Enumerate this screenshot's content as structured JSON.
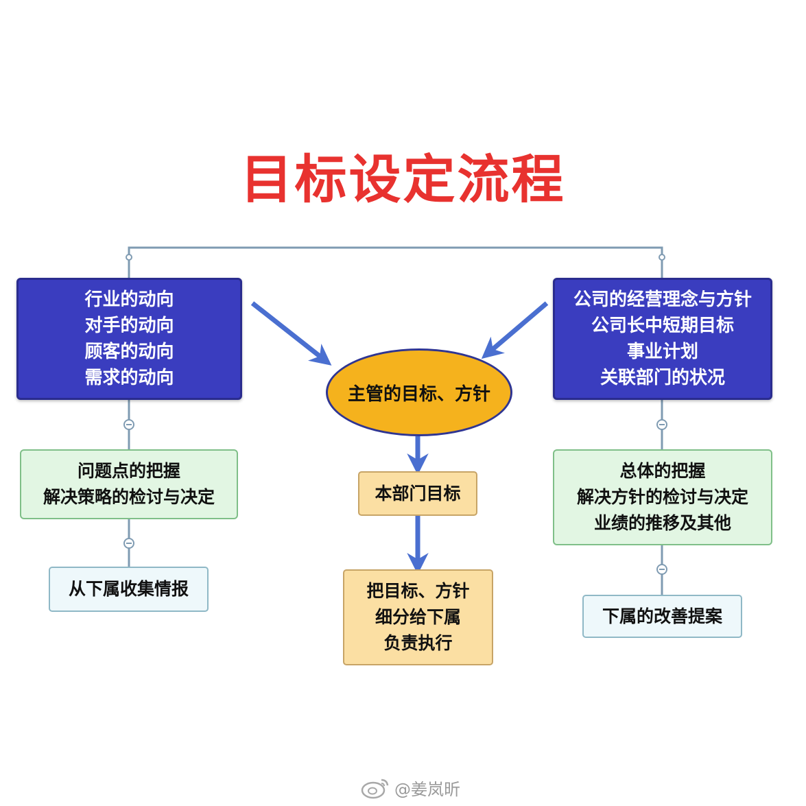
{
  "title": "目标设定流程",
  "left": {
    "top_box": {
      "lines": [
        "行业的动向",
        "对手的动向",
        "顾客的动向",
        "需求的动向"
      ]
    },
    "mid_box": {
      "lines": [
        "问题点的把握",
        "解决策略的检讨与决定"
      ]
    },
    "bottom_box": {
      "lines": [
        "从下属收集情报"
      ]
    }
  },
  "right": {
    "top_box": {
      "lines": [
        "公司的经营理念与方针",
        "公司长中短期目标",
        "事业计划",
        "关联部门的状况"
      ]
    },
    "mid_box": {
      "lines": [
        "总体的把握",
        "解决方针的检讨与决定",
        "业绩的推移及其他"
      ]
    },
    "bottom_box": {
      "lines": [
        "下属的改善提案"
      ]
    }
  },
  "center": {
    "ellipse": {
      "label": "主管的目标、方针"
    },
    "dept_box": {
      "lines": [
        "本部门目标"
      ]
    },
    "bottom_box": {
      "lines": [
        "把目标、方针",
        "细分给下属",
        "负责执行"
      ]
    }
  },
  "watermark": {
    "text": "@姜岚昕",
    "icon": "weibo-icon"
  },
  "colors": {
    "title": "#e8322f",
    "blue_box": "#3a3dbf",
    "green_box": "#e2f6e3",
    "tan_box": "#fbdfa3",
    "ellipse": "#f5b21d",
    "arrow": "#4a6fd0"
  }
}
